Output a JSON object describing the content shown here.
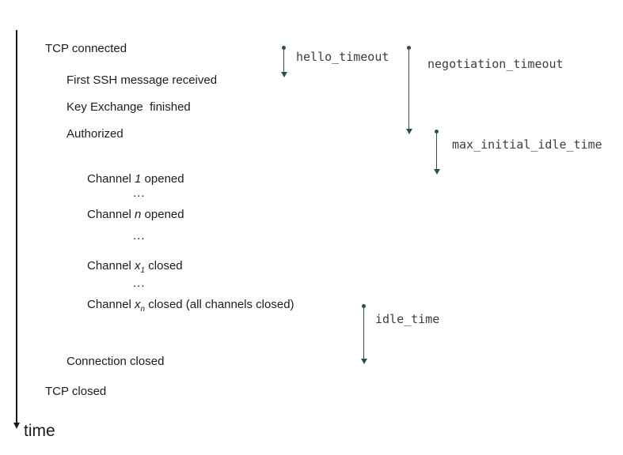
{
  "colors": {
    "arrow": "#2f4f4f",
    "axis": "#1a1a1a",
    "text": "#1c1c1c",
    "mono_label": "#3d3d3d"
  },
  "timeline": {
    "label": "time"
  },
  "events": {
    "tcp_connected": "TCP connected",
    "first_ssh_received": "First SSH message received",
    "key_exchange_finished": "Key Exchange  finished",
    "authorized": "Authorized",
    "channel_1_opened": {
      "prefix": "Channel ",
      "var": "1",
      "suffix": " opened"
    },
    "channel_n_opened": {
      "prefix": "Channel ",
      "var": "n",
      "suffix": " opened"
    },
    "channel_x1_closed": {
      "prefix": "Channel ",
      "var": "x",
      "sub": "1",
      "suffix": " closed"
    },
    "channel_xn_closed": {
      "prefix": "Channel ",
      "var": "x",
      "sub": "n",
      "suffix": " closed (all channels closed)"
    },
    "ellipsis": "...",
    "connection_closed": "Connection closed",
    "tcp_closed": "TCP closed"
  },
  "intervals": {
    "hello_timeout": {
      "label": "hello_timeout"
    },
    "negotiation_timeout": {
      "label": "negotiation_timeout"
    },
    "max_initial_idle_time": {
      "label": "max_initial_idle_time"
    },
    "idle_time": {
      "label": "idle_time"
    }
  }
}
